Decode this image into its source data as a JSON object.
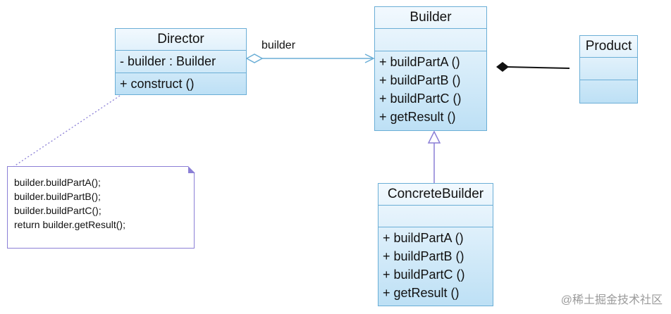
{
  "director": {
    "name": "Director",
    "attributes": [
      "- builder : Builder"
    ],
    "operations": [
      "+ construct ()"
    ]
  },
  "builder": {
    "name": "Builder",
    "operations": [
      "+ buildPartA ()",
      "+ buildPartB ()",
      "+ buildPartC ()",
      "+ getResult ()"
    ]
  },
  "concrete_builder": {
    "name": "ConcreteBuilder",
    "operations": [
      "+ buildPartA ()",
      "+ buildPartB ()",
      "+ buildPartC ()",
      "+ getResult ()"
    ]
  },
  "product": {
    "name": "Product"
  },
  "association_label": "builder",
  "note": {
    "lines": [
      "builder.buildPartA();",
      "builder.buildPartB();",
      "builder.buildPartC();",
      "return builder.getResult();"
    ]
  },
  "watermark": "@稀土掘金技术社区",
  "colors": {
    "class_border": "#6aaed6",
    "class_fill_top": "#f2f9fe",
    "class_fill_bottom": "#bde0f5",
    "note_border": "#8b7fd6",
    "connector": "#6aaed6"
  }
}
